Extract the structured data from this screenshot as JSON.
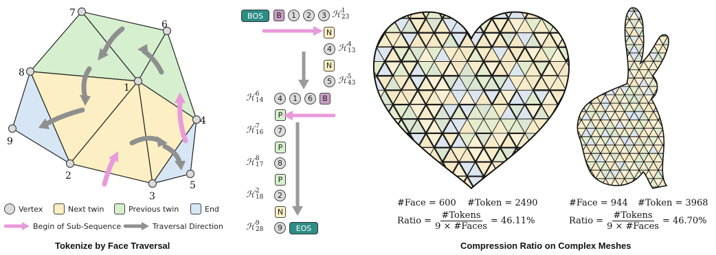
{
  "left_panel": {
    "caption": "Tokenize by Face Traversal",
    "vertex_labels": [
      "7",
      "6",
      "8",
      "1",
      "4",
      "9",
      "2",
      "3",
      "5"
    ],
    "legend": {
      "vertex": "Vertex",
      "next_twin": "Next twin",
      "previous_twin": "Previous twin",
      "end": "End",
      "begin": "Begin of Sub-Sequence",
      "traversal": "Traversal Direction"
    },
    "colors": {
      "next_twin": "#fbefc3",
      "previous_twin": "#d6efcf",
      "end": "#d7e6f5",
      "begin_arrow": "#e89ad9",
      "traversal_arrow": "#8f8f8f"
    }
  },
  "middle_panel": {
    "bos": "BOS",
    "eos": "EOS",
    "b_token": "B",
    "n_token": "N",
    "p_token": "P",
    "rows": [
      {
        "h_base": "ℋ",
        "h_sup": "1",
        "h_sub": "23",
        "tokens": [
          "1",
          "2",
          "3"
        ]
      },
      {
        "h_base": "ℋ",
        "h_sup": "4",
        "h_sub": "13",
        "tokens": [
          "4"
        ]
      },
      {
        "h_base": "ℋ",
        "h_sup": "5",
        "h_sub": "43",
        "tokens": [
          "5"
        ]
      },
      {
        "h_base": "ℋ",
        "h_sup": "6",
        "h_sub": "14",
        "tokens": [
          "4",
          "1",
          "6"
        ]
      },
      {
        "h_base": "ℋ",
        "h_sup": "7",
        "h_sub": "16",
        "tokens": [
          "7"
        ]
      },
      {
        "h_base": "ℋ",
        "h_sup": "8",
        "h_sub": "17",
        "tokens": [
          "8"
        ]
      },
      {
        "h_base": "ℋ",
        "h_sup": "2",
        "h_sub": "18",
        "tokens": [
          "2"
        ]
      },
      {
        "h_base": "ℋ",
        "h_sup": "9",
        "h_sub": "28",
        "tokens": [
          "9"
        ]
      }
    ]
  },
  "right_panel": {
    "caption": "Compression Ratio on Complex Meshes",
    "heart": {
      "faces": "#Face = 600",
      "tokens": "#Token = 2490",
      "ratio_label": "Ratio =",
      "numerator": "#Tokens",
      "denominator": "9 × #Faces",
      "ratio_value": "= 46.11%"
    },
    "bunny": {
      "faces": "#Face = 944",
      "tokens": "#Token = 3968",
      "ratio_label": "Ratio =",
      "numerator": "#Tokens",
      "denominator": "9 × #Faces",
      "ratio_value": "= 46.70%"
    }
  }
}
